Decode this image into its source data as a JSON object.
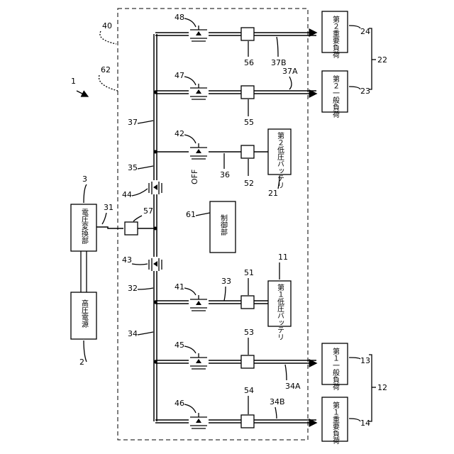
{
  "figure_label": "1",
  "boxes": {
    "high_voltage_source": "高圧電源",
    "voltage_converter": "電圧変換部",
    "controller": "制御部",
    "battery1": "第１低圧バッテリ",
    "battery2": "第２低圧バッテリ",
    "general_load1": "第１一般負荷",
    "important_load1": "第１重要負荷",
    "general_load2": "第２一般負荷",
    "important_load2": "第２重要負荷"
  },
  "refs": {
    "r2": "2",
    "r3": "3",
    "r11": "11",
    "r12": "12",
    "r13": "13",
    "r14": "14",
    "r21": "21",
    "r22": "22",
    "r23": "23",
    "r24": "24",
    "r31": "31",
    "r32": "32",
    "r33": "33",
    "r34": "34",
    "r34A": "34A",
    "r34B": "34B",
    "r35": "35",
    "r36": "36",
    "r37": "37",
    "r37A": "37A",
    "r37B": "37B",
    "r40": "40",
    "r41": "41",
    "r42": "42",
    "r43": "43",
    "r44": "44",
    "r45": "45",
    "r46": "46",
    "r47": "47",
    "r48": "48",
    "r51": "51",
    "r52": "52",
    "r53": "53",
    "r54": "54",
    "r55": "55",
    "r56": "56",
    "r57": "57",
    "r61": "61",
    "r62": "62"
  },
  "off_label": "OFF"
}
